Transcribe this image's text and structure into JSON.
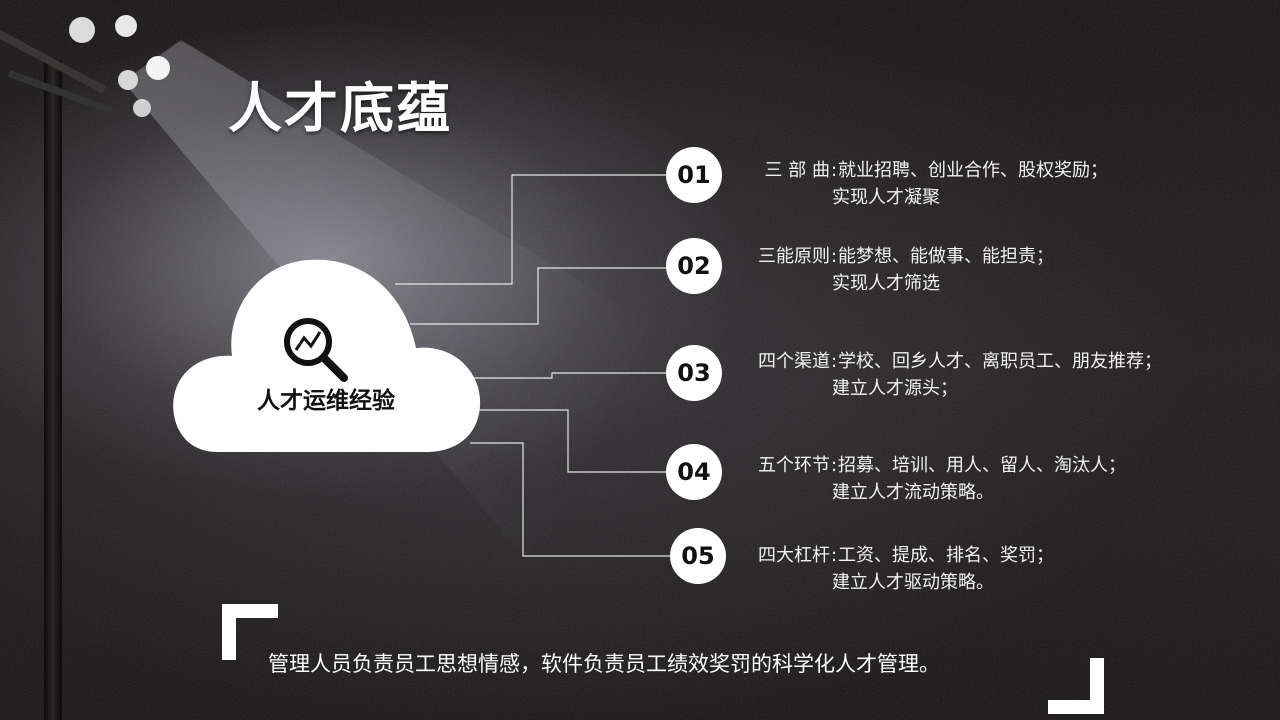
{
  "slide": {
    "title": "人才底蕴",
    "cloud_label": "人才运维经验",
    "cloud_icon": "search-chart-icon",
    "items": [
      {
        "num": "01",
        "label": "三 部 曲",
        "line1": "就业招聘、创业合作、股权奖励；",
        "line2": "实现人才凝聚"
      },
      {
        "num": "02",
        "label": "三能原则",
        "line1": "能梦想、能做事、能担责；",
        "line2": "实现人才筛选"
      },
      {
        "num": "03",
        "label": "四个渠道",
        "line1": "学校、回乡人才、离职员工、朋友推荐；",
        "line2": "建立人才源头；"
      },
      {
        "num": "04",
        "label": "五个环节",
        "line1": "招募、培训、用人、留人、淘汰人；",
        "line2": "建立人才流动策略。"
      },
      {
        "num": "05",
        "label": "四大杠杆",
        "line1": "工资、提成、排名、奖罚；",
        "line2": "建立人才驱动策略。"
      }
    ],
    "separator": ":",
    "summary": "管理人员负责员工思想情感，软件负责员工绩效奖罚的科学化人才管理。",
    "colors": {
      "background": "#1a1616",
      "accent": "#ffffff",
      "text": "#f2f2f2"
    }
  }
}
